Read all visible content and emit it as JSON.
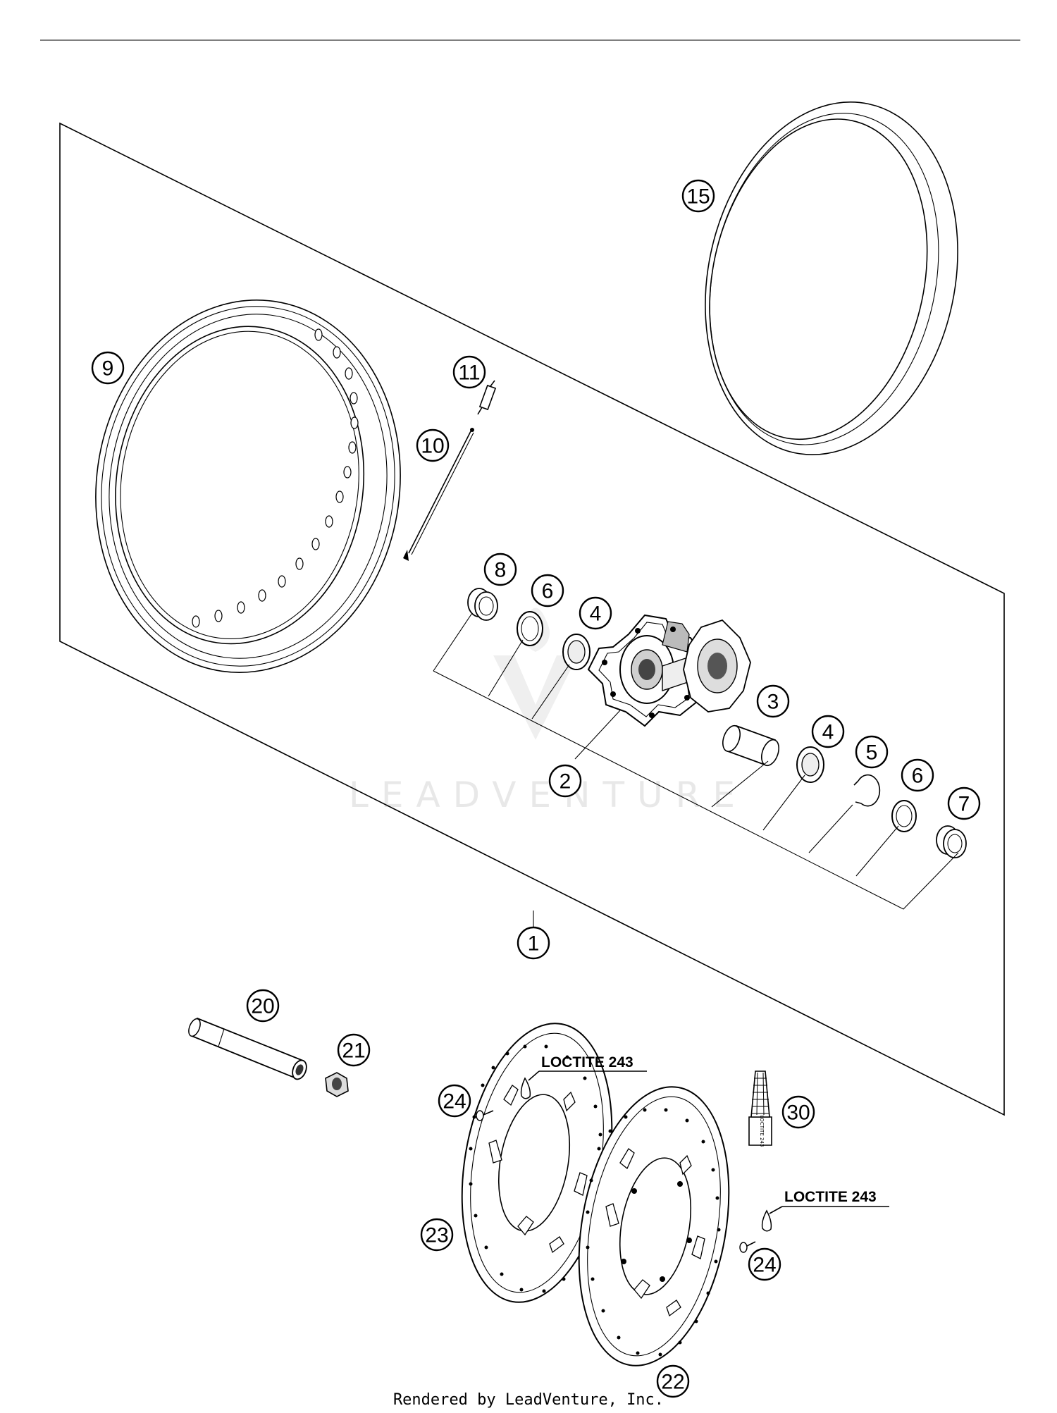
{
  "watermark": "LEADVENTURE",
  "footer": {
    "credit": "Rendered by LeadVenture, Inc."
  },
  "notes": {
    "loctite_upper": "LOCTITE 243",
    "loctite_lower": "LOCTITE 243",
    "tube_label": "LOCTITE 243"
  },
  "callouts": [
    {
      "id": "c1",
      "label": "1"
    },
    {
      "id": "c2",
      "label": "2"
    },
    {
      "id": "c3",
      "label": "3"
    },
    {
      "id": "c4a",
      "label": "4"
    },
    {
      "id": "c4b",
      "label": "4"
    },
    {
      "id": "c5",
      "label": "5"
    },
    {
      "id": "c6a",
      "label": "6"
    },
    {
      "id": "c6b",
      "label": "6"
    },
    {
      "id": "c7",
      "label": "7"
    },
    {
      "id": "c8",
      "label": "8"
    },
    {
      "id": "c9",
      "label": "9"
    },
    {
      "id": "c10",
      "label": "10"
    },
    {
      "id": "c11",
      "label": "11"
    },
    {
      "id": "c15",
      "label": "15"
    },
    {
      "id": "c20",
      "label": "20"
    },
    {
      "id": "c21",
      "label": "21"
    },
    {
      "id": "c22",
      "label": "22"
    },
    {
      "id": "c23",
      "label": "23"
    },
    {
      "id": "c24a",
      "label": "24"
    },
    {
      "id": "c24b",
      "label": "24"
    },
    {
      "id": "c30",
      "label": "30"
    }
  ]
}
